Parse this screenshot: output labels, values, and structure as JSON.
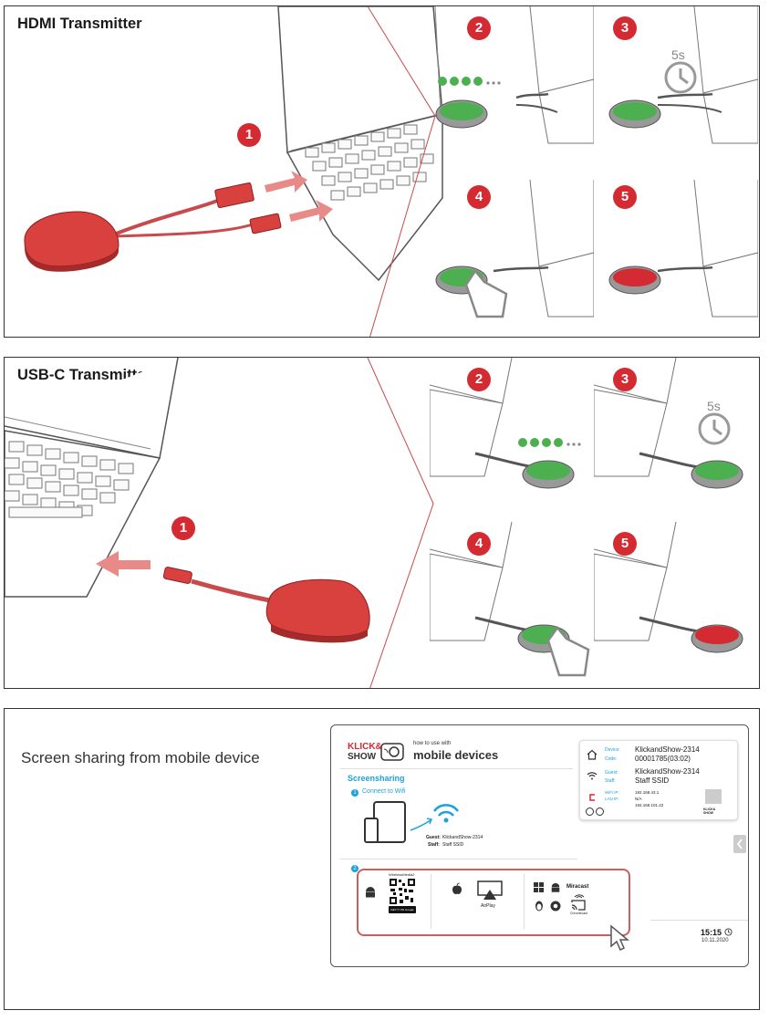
{
  "panels": {
    "hdmi": {
      "title": "HDMI Transmitter",
      "steps": [
        "1",
        "2",
        "3",
        "4",
        "5"
      ],
      "wait": "5s"
    },
    "usbc": {
      "title": "USB-C Transmitter",
      "steps": [
        "1",
        "2",
        "3",
        "4",
        "5"
      ],
      "wait": "5s"
    },
    "mobile": {
      "text": "Screen sharing from mobile device"
    }
  },
  "mobile_screen": {
    "logo_line1": "KLICK&",
    "logo_line2": "SHOW",
    "howto": "how to use with",
    "heading": "mobile devices",
    "section": "Screensharing",
    "step1_num": "1",
    "step1_label": "Connect to Wifi",
    "step2_num": "2",
    "guest_label": "Guest:",
    "guest_value": "KlickandShow-2314",
    "staff_label": "Staff:",
    "staff_value": "Staff SSID",
    "qr_title": "WirelessMedia2",
    "google_play": "GET IT ON Google Play",
    "airplay": "AirPlay",
    "miracast": "Miracast",
    "chromecast": "Chromecast",
    "info": {
      "device_label": "Device:",
      "device_value": "KlickandShow-2314",
      "code_label": "Code:",
      "code_value": "00001785(03:02)",
      "guest_label": "Guest:",
      "guest_value": "KlickandShow-2314",
      "staff_label": "Staff:",
      "staff_value": "Staff SSID",
      "wifi_label": "WiFi IP:",
      "wifi_value": "192.168.43.1",
      "lan_label": "LAN IP:",
      "lan_value": "N/A",
      "ip3": "192.168.101.22",
      "mini_logo": "KLICK& SHOW"
    },
    "time": "15:15",
    "date": "10.11.2020"
  },
  "colors": {
    "accent": "#d42a32",
    "green": "#4caf50",
    "blue": "#1da1e0",
    "dongle_red": "#d9413f"
  }
}
